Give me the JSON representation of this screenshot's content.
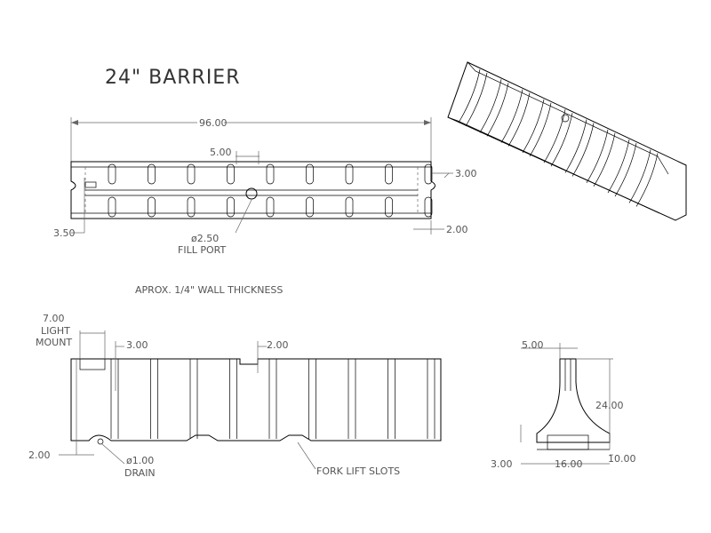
{
  "title": "24\" BARRIER",
  "note": "APROX. 1/4\" WALL THICKNESS",
  "top_view": {
    "overall_length": "96.00",
    "rib_spacing": "5.00",
    "end_width": "3.00",
    "end_offset": "2.00",
    "left_offset": "3.50",
    "fill_port_dia": "ø2.50",
    "fill_port_label": "FILL PORT"
  },
  "side_view": {
    "light_mount_dim": "7.00",
    "light_mount_label1": "LIGHT",
    "light_mount_label2": "MOUNT",
    "rib_dim": "3.00",
    "notch_dim": "2.00",
    "left_end_dim": "2.00",
    "drain_dia": "ø1.00",
    "drain_label": "DRAIN",
    "fork_lift_label": "FORK LIFT SLOTS"
  },
  "end_view": {
    "top_width": "5.00",
    "height": "24.00",
    "base_offset": "10.00",
    "left_step": "3.00",
    "base_width": "16.00"
  }
}
